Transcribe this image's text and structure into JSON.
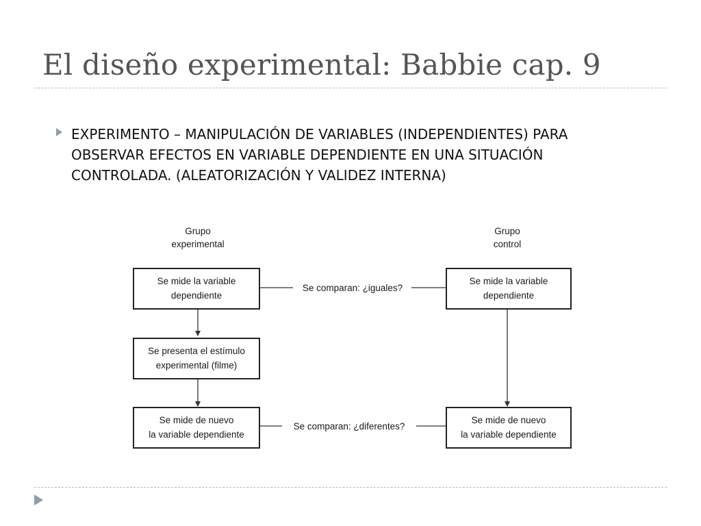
{
  "slide": {
    "title": "El diseño experimental: Babbie cap. 9",
    "bullet": [
      "EXPERIMENTO – MANIPULACIÓN DE VARIABLES (INDEPENDIENTES) PARA",
      "OBSERVAR EFECTOS EN VARIABLE DEPENDIENTE EN UNA SITUACIÓN",
      "CONTROLADA. (ALEATORIZACIÓN Y VALIDEZ INTERNA)"
    ],
    "accent_color": "#8aa0ad",
    "title_color": "#555555"
  },
  "diagram": {
    "group_experimental": [
      "Grupo",
      "experimental"
    ],
    "group_control": [
      "Grupo",
      "control"
    ],
    "exp_box_1": [
      "Se mide la variable",
      "dependiente"
    ],
    "exp_box_2": [
      "Se presenta el estímulo",
      "experimental (filme)"
    ],
    "exp_box_3": [
      "Se mide de nuevo",
      "la variable dependiente"
    ],
    "ctrl_box_1": [
      "Se mide la variable",
      "dependiente"
    ],
    "ctrl_box_2": [
      "Se mide de nuevo",
      "la variable dependiente"
    ],
    "compare_top": "Se comparan: ¿iguales?",
    "compare_bottom": "Se comparan: ¿diferentes?"
  }
}
